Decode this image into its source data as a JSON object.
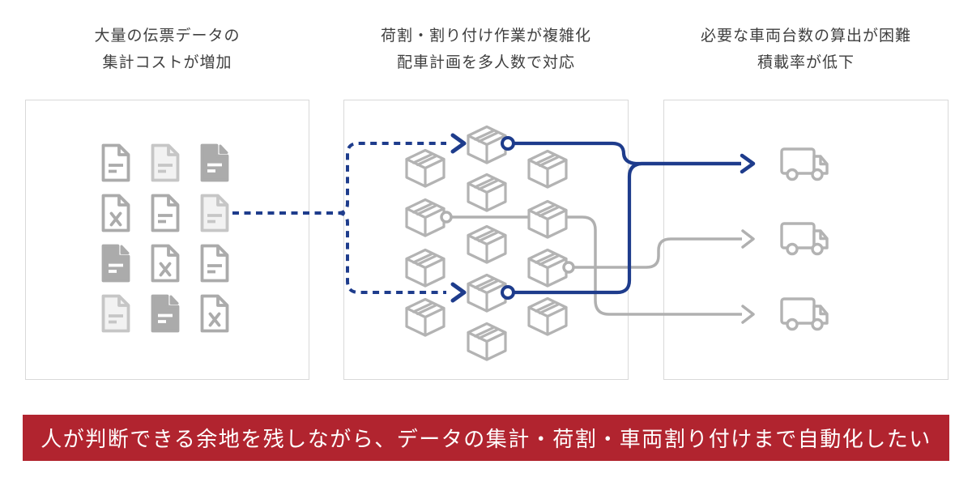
{
  "headings": [
    {
      "id": "documents",
      "line1": "大量の伝票データの",
      "line2": "集計コストが増加"
    },
    {
      "id": "allocation",
      "line1": "荷割・割り付け作業が複雑化",
      "line2": "配車計画を多人数で対応"
    },
    {
      "id": "vehicles",
      "line1": "必要な車両台数の算出が困難",
      "line2": "積載率が低下"
    }
  ],
  "banner": {
    "text": "人が判断できる余地を残しながら、データの集計・荷割・車両割り付けまで自動化したい"
  },
  "colors": {
    "banner_bg": "#b1242f",
    "banner_text": "#ffffff",
    "accent_blue": "#1e3c8c",
    "icon_gray": "#b3b3b3",
    "doc_gray": "#ababab",
    "doc_light_fill": "#f2f2f2",
    "doc_light_stroke": "#c6c6c6",
    "panel_border": "#d9d9d9",
    "heading_text": "#3f3f3f"
  },
  "diagram": {
    "document_grid": [
      [
        "outline",
        "light",
        "solid"
      ],
      [
        "x",
        "outline",
        "light"
      ],
      [
        "solid",
        "x",
        "outline"
      ],
      [
        "light",
        "solid",
        "x"
      ]
    ],
    "package_count": 13,
    "truck_count": 3,
    "flows": [
      {
        "from": "document",
        "to": "packages",
        "style": "dashed-blue",
        "branches": 2
      },
      {
        "from": "packages",
        "to": "truck-1",
        "style": "solid-blue",
        "merged_sources": 2
      },
      {
        "from": "package",
        "to": "truck-2",
        "style": "solid-gray"
      },
      {
        "from": "package",
        "to": "truck-3",
        "style": "solid-gray"
      }
    ]
  }
}
